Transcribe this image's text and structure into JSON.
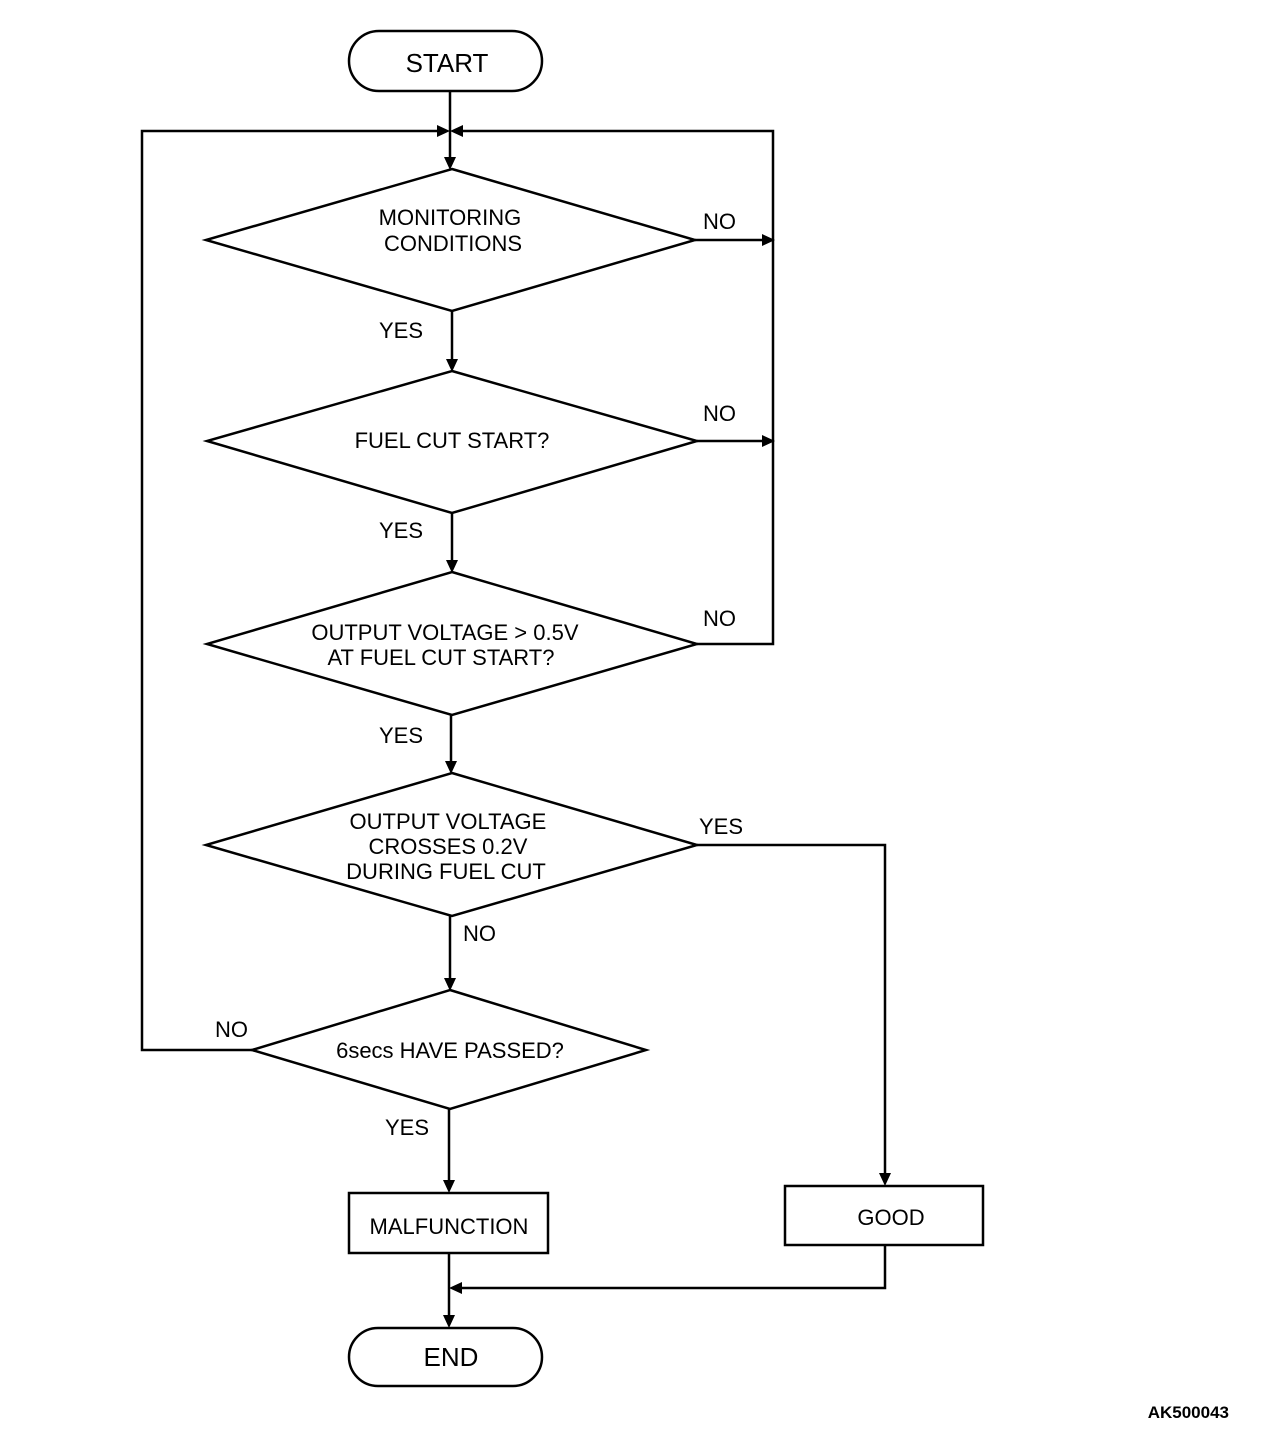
{
  "nodes": {
    "start": "START",
    "monitoring": [
      "MONITORING",
      "CONDITIONS"
    ],
    "fuel_cut": [
      "FUEL CUT START?"
    ],
    "output_05": [
      "OUTPUT VOLTAGE > 0.5V",
      "AT FUEL CUT START?"
    ],
    "crosses": [
      "OUTPUT VOLTAGE",
      "CROSSES 0.2V",
      "DURING FUEL CUT"
    ],
    "six_secs": [
      "6secs HAVE PASSED?"
    ],
    "malfunction": "MALFUNCTION",
    "good": "GOOD",
    "end": "END"
  },
  "edges": {
    "monitoring_yes": "YES",
    "monitoring_no": "NO",
    "fuel_cut_yes": "YES",
    "fuel_cut_no": "NO",
    "output_05_yes": "YES",
    "output_05_no": "NO",
    "crosses_yes": "YES",
    "crosses_no": "NO",
    "six_secs_yes": "YES",
    "six_secs_no": "NO"
  },
  "figure_id": "AK500043"
}
